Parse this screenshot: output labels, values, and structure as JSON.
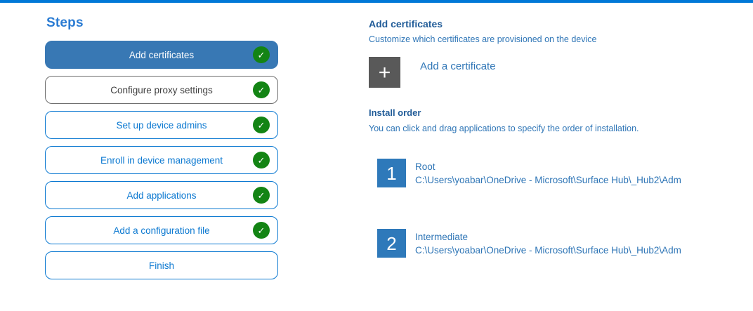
{
  "colors": {
    "accent_blue": "#0078d7",
    "selected_step_bg": "#3878b4",
    "check_green": "#138414",
    "heading_blue": "#215c98",
    "body_blue": "#2e75b6",
    "order_square_blue": "#2e79ba",
    "plus_button_gray": "#595959"
  },
  "sidebar": {
    "title": "Steps",
    "steps": [
      {
        "label": "Add certificates",
        "checked": true
      },
      {
        "label": "Configure proxy settings",
        "checked": true
      },
      {
        "label": "Set up device admins",
        "checked": true
      },
      {
        "label": "Enroll in device management",
        "checked": true
      },
      {
        "label": "Add applications",
        "checked": true
      },
      {
        "label": "Add a configuration file",
        "checked": true
      },
      {
        "label": "Finish",
        "checked": false
      }
    ]
  },
  "main": {
    "section_title": "Add certificates",
    "section_subtitle": "Customize which certificates are provisioned on the device",
    "add_certificate": {
      "icon": "plus",
      "glyph": "+",
      "label": "Add a certificate"
    },
    "install_order": {
      "title": "Install order",
      "subtitle": "You can click and drag applications to specify the order of installation.",
      "items": [
        {
          "order": "1",
          "name": "Root",
          "path": "C:\\Users\\yoabar\\OneDrive - Microsoft\\Surface Hub\\_Hub2\\Adm"
        },
        {
          "order": "2",
          "name": "Intermediate",
          "path": "C:\\Users\\yoabar\\OneDrive - Microsoft\\Surface Hub\\_Hub2\\Adm"
        }
      ]
    }
  },
  "icons": {
    "checkmark": "✓"
  }
}
